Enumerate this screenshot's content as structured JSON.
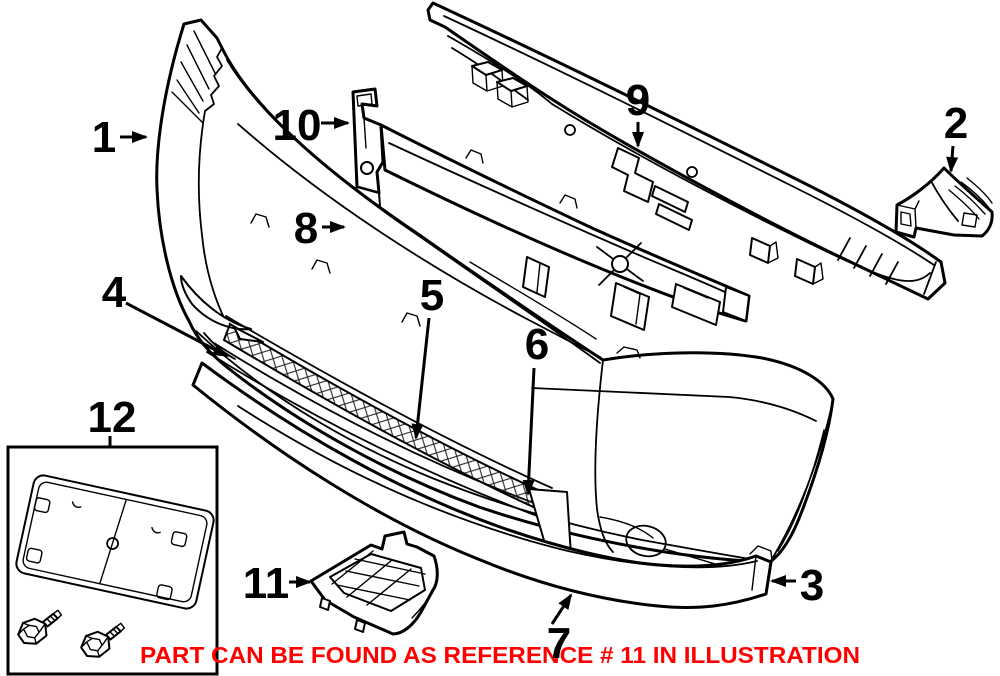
{
  "colors": {
    "background": "#ffffff",
    "line": "#000000",
    "note": "#ff0000"
  },
  "diagram": {
    "callouts": [
      {
        "label": "1"
      },
      {
        "label": "2"
      },
      {
        "label": "3"
      },
      {
        "label": "4"
      },
      {
        "label": "5"
      },
      {
        "label": "6"
      },
      {
        "label": "7"
      },
      {
        "label": "8"
      },
      {
        "label": "9"
      },
      {
        "label": "10"
      },
      {
        "label": "11"
      },
      {
        "label": "12"
      }
    ],
    "note": {
      "text": "PART CAN BE FOUND AS REFERENCE # 11 IN ILLUSTRATION",
      "color": "#ff0000"
    }
  }
}
